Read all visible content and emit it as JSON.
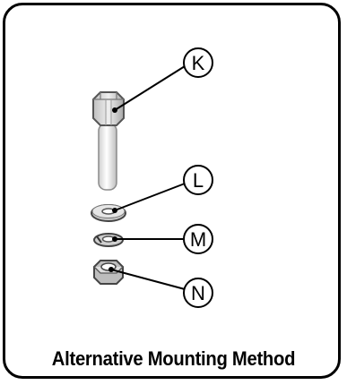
{
  "callouts": {
    "k": "K",
    "l": "L",
    "m": "M",
    "n": "N"
  },
  "caption": "Alternative Mounting Method",
  "parts": [
    "hex-bolt",
    "flat-washer",
    "lock-washer",
    "hex-nut"
  ]
}
